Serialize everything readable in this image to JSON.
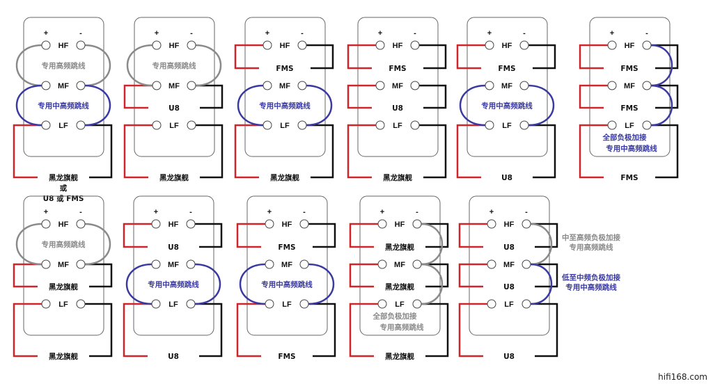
{
  "colors": {
    "red": "#d0242b",
    "black": "#111111",
    "gray": "#8a8a8a",
    "blue": "#3a3aa0",
    "panel": "#666666"
  },
  "terminals": {
    "plus": "+",
    "minus": "-",
    "hf": "HF",
    "mf": "MF",
    "lf": "LF"
  },
  "watermark": "hifi168.com",
  "panels": [
    {
      "row": 0,
      "col": 0,
      "cables": {
        "lf": [
          "黑龙旗舰",
          "或",
          "U8 或 FMS"
        ]
      },
      "jumpers": [
        {
          "kind": "loop",
          "span": "hf-mf",
          "color": "gray",
          "label": "专用高频跳线"
        },
        {
          "kind": "loop",
          "span": "mf-lf",
          "color": "blue",
          "label": "专用中高频跳线"
        }
      ]
    },
    {
      "row": 0,
      "col": 1,
      "cables": {
        "mf": [
          "U8"
        ],
        "lf": [
          "黑龙旗舰"
        ]
      },
      "jumpers": [
        {
          "kind": "loop",
          "span": "hf-mf",
          "color": "gray",
          "label": "专用高频跳线"
        }
      ]
    },
    {
      "row": 0,
      "col": 2,
      "cables": {
        "hf": [
          "FMS"
        ],
        "lf": [
          "黑龙旗舰"
        ]
      },
      "jumpers": [
        {
          "kind": "loop",
          "span": "mf-lf",
          "color": "blue",
          "label": "专用中高频跳线"
        }
      ]
    },
    {
      "row": 0,
      "col": 3,
      "cables": {
        "hf": [
          "FMS"
        ],
        "mf": [
          "U8"
        ],
        "lf": [
          "黑龙旗舰"
        ]
      },
      "jumpers": []
    },
    {
      "row": 0,
      "col": 4,
      "cables": {
        "hf": [
          "FMS"
        ],
        "lf": [
          "U8"
        ]
      },
      "jumpers": [
        {
          "kind": "loop",
          "span": "mf-lf",
          "color": "blue",
          "label": "专用中高频跳线"
        }
      ]
    },
    {
      "row": 0,
      "col": 5,
      "cables": {
        "hf": [
          "FMS"
        ],
        "mf": [
          "FMS"
        ],
        "lf": [
          "FMS"
        ]
      },
      "jumpers": [
        {
          "kind": "neg",
          "span": "hf-mf",
          "color": "blue"
        },
        {
          "kind": "neg",
          "span": "mf-lf",
          "color": "blue"
        }
      ],
      "note": {
        "color": "blue",
        "lines": [
          "全部负极加接",
          "专用中高频跳线"
        ]
      }
    },
    {
      "row": 1,
      "col": 0,
      "cables": {
        "mf": [
          "黑龙旗舰"
        ],
        "lf": [
          "黑龙旗舰"
        ]
      },
      "jumpers": [
        {
          "kind": "loop",
          "span": "hf-mf",
          "color": "gray",
          "label": "专用高频跳线"
        }
      ]
    },
    {
      "row": 1,
      "col": 1,
      "cables": {
        "hf": [
          "U8"
        ],
        "lf": [
          "U8"
        ]
      },
      "jumpers": [
        {
          "kind": "loop",
          "span": "mf-lf",
          "color": "blue",
          "label": "专用中高频跳线"
        }
      ]
    },
    {
      "row": 1,
      "col": 2,
      "cables": {
        "hf": [
          "FMS"
        ],
        "lf": [
          "FMS"
        ]
      },
      "jumpers": [
        {
          "kind": "loop",
          "span": "mf-lf",
          "color": "blue",
          "label": "专用中高频跳线"
        }
      ]
    },
    {
      "row": 1,
      "col": 3,
      "cables": {
        "hf": [
          "黑龙旗舰"
        ],
        "mf": [
          "黑龙旗舰"
        ],
        "lf": [
          "黑龙旗舰"
        ]
      },
      "jumpers": [
        {
          "kind": "neg",
          "span": "hf-mf",
          "color": "gray"
        },
        {
          "kind": "neg",
          "span": "mf-lf",
          "color": "gray"
        }
      ],
      "note": {
        "color": "gray",
        "lines": [
          "全部负极加接",
          "专用高频跳线"
        ]
      }
    },
    {
      "row": 1,
      "col": 4,
      "cables": {
        "hf": [
          "U8"
        ],
        "mf": [
          "U8"
        ],
        "lf": [
          "U8"
        ]
      },
      "jumpers": [
        {
          "kind": "neg",
          "span": "hf-mf",
          "color": "gray",
          "side_note": [
            "中至高频负极加接",
            "专用高频跳线"
          ]
        },
        {
          "kind": "neg",
          "span": "mf-lf",
          "color": "blue",
          "side_note": [
            "低至中频负极加接",
            "专用中高频跳线"
          ]
        }
      ]
    }
  ]
}
